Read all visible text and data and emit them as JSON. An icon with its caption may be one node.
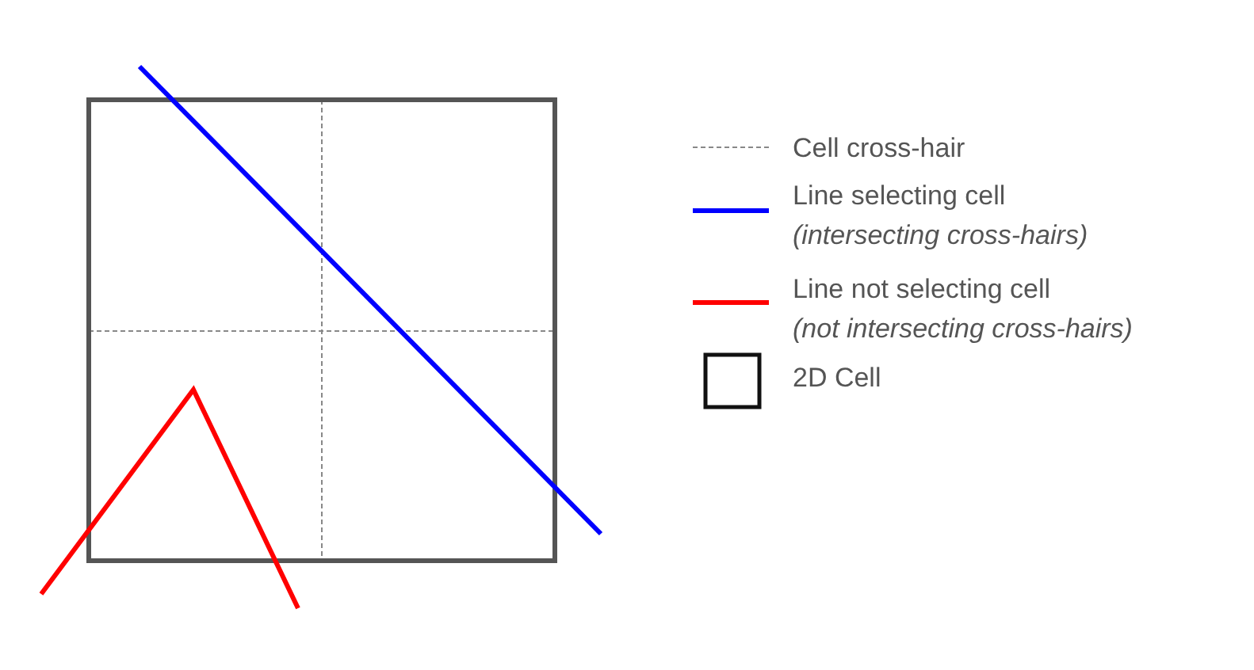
{
  "diagram": {
    "legend": [
      {
        "text": "Cell cross-hair"
      },
      {
        "text": "Line selecting cell *(intersecting cross-hairs)*"
      },
      {
        "text": "Line not selecting cell *(not intersecting cross-hairs)*"
      },
      {
        "text": "2D Cell"
      }
    ]
  }
}
